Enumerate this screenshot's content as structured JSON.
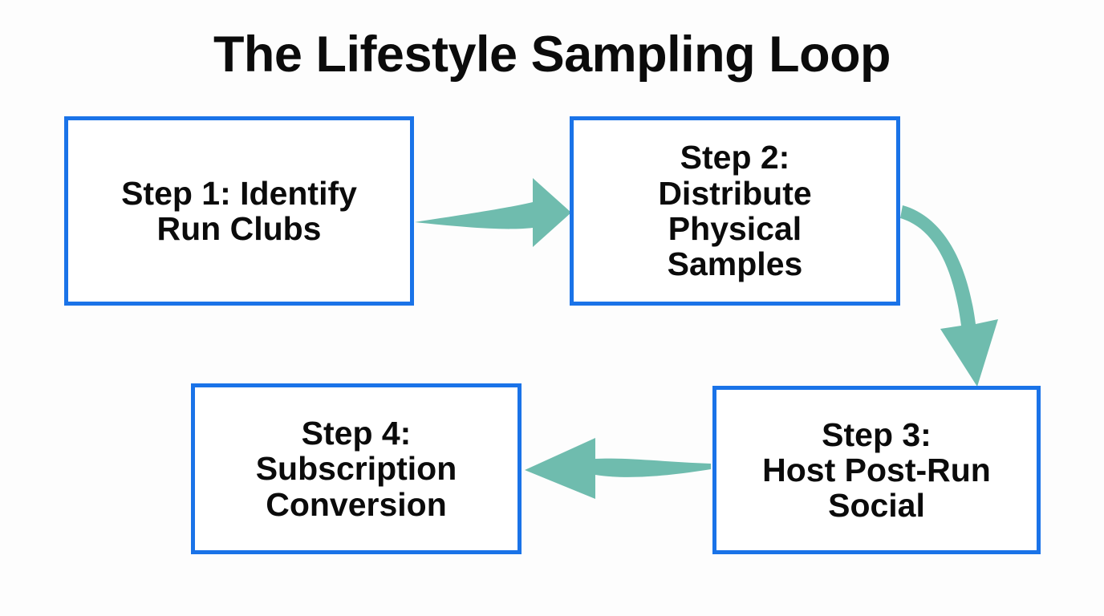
{
  "diagram": {
    "title": "The Lifestyle Sampling Loop",
    "background_color": "#fdfdfd",
    "box_border_color": "#1a73e8",
    "box_fill_color": "#ffffff",
    "arrow_color": "#6fbcae",
    "text_color": "#0b0b0b",
    "type": "process-loop-flowchart",
    "steps": [
      {
        "id": "step-1",
        "label": "Step 1: Identify Run Clubs",
        "lines": [
          "Step 1: Identify",
          "Run Clubs"
        ]
      },
      {
        "id": "step-2",
        "label": "Step 2: Distribute Physical Samples",
        "lines": [
          "Step 2:",
          "Distribute",
          "Physical",
          "Samples"
        ]
      },
      {
        "id": "step-3",
        "label": "Step 3: Host Post-Run Social",
        "lines": [
          "Step 3:",
          "Host Post-Run",
          "Social"
        ]
      },
      {
        "id": "step-4",
        "label": "Step 4: Subscription Conversion",
        "lines": [
          "Step 4:",
          "Subscription",
          "Conversion"
        ]
      }
    ],
    "connectors": [
      {
        "id": "arrow-1-to-2",
        "from": "step-1",
        "to": "step-2",
        "direction": "right"
      },
      {
        "id": "arrow-2-to-3",
        "from": "step-2",
        "to": "step-3",
        "direction": "curve-down"
      },
      {
        "id": "arrow-3-to-4",
        "from": "step-3",
        "to": "step-4",
        "direction": "left"
      }
    ]
  }
}
